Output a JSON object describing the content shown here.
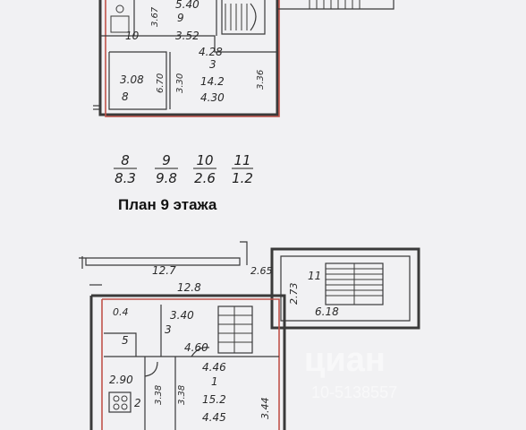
{
  "top_plan": {
    "dims": {
      "d1": "5.40",
      "d2": "9",
      "d3": "3.52",
      "d4": "10",
      "d5": "3.67",
      "d6": "4.28",
      "d7": "3",
      "d8": "14.2",
      "d9": "4.30",
      "d10": "3.08",
      "d11": "8",
      "d12": "6.70",
      "d13": "3.30",
      "d14": "3.36"
    }
  },
  "legend": {
    "columns": [
      {
        "room": "8",
        "area": "8.3"
      },
      {
        "room": "9",
        "area": "9.8"
      },
      {
        "room": "10",
        "area": "2.6"
      },
      {
        "room": "11",
        "area": "1.2"
      }
    ]
  },
  "title": "План 9 этажа",
  "bottom_plan": {
    "dims": {
      "b1": "12.7",
      "b2": "2.65",
      "b3": "12.8",
      "b4": "2.73",
      "b5": "11",
      "b6": "6.18",
      "b7": "0.4",
      "b8": "3.40",
      "b9": "3",
      "b10": "5",
      "b11": "4.60",
      "b12": "2.90",
      "b13": "2",
      "b14": "3.38",
      "b15": "3.38",
      "b16": "4.46",
      "b17": "1",
      "b18": "15.2",
      "b19": "4.45",
      "b20": "3.44"
    }
  },
  "watermark": {
    "brand": "циан",
    "phone": "10-5138557"
  }
}
